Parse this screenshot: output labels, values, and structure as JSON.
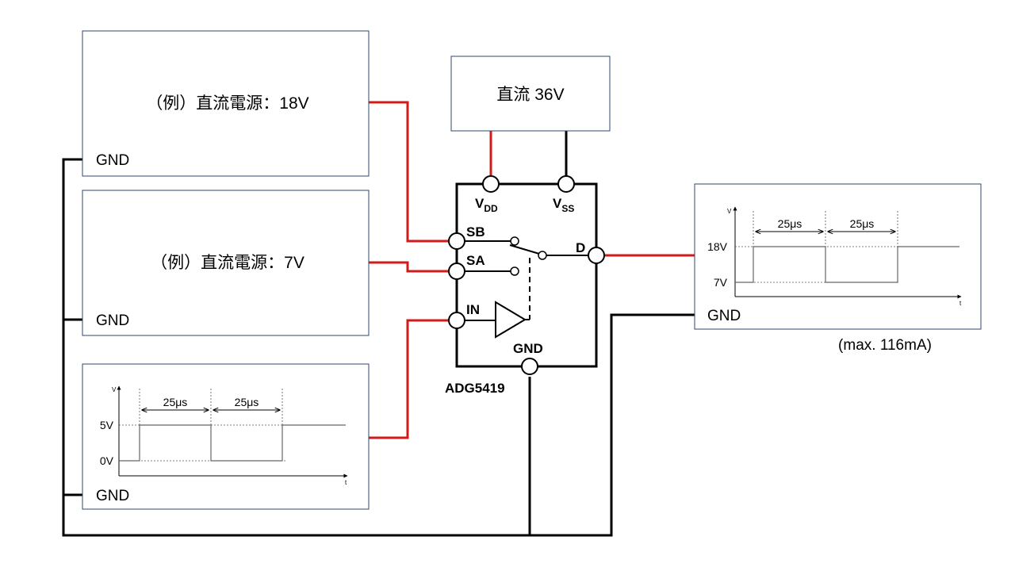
{
  "supplies": {
    "supply_18v_label": "（例）直流電源：18V",
    "supply_7v_label": "（例）直流電源：7V",
    "supply_36v_label": "直流 36V",
    "gnd_label": "GND"
  },
  "chip": {
    "name": "ADG5419",
    "vdd_main": "V",
    "vdd_sub": "DD",
    "vss_main": "V",
    "vss_sub": "SS",
    "sb": "SB",
    "sa": "SA",
    "d": "D",
    "in": "IN",
    "gnd": "GND"
  },
  "input_waveform": {
    "y_axis": "V",
    "x_axis": "t",
    "high_label": "5V",
    "low_label": "0V",
    "interval1": "25μs",
    "interval2": "25μs"
  },
  "output_waveform": {
    "y_axis": "V",
    "x_axis": "t",
    "high_label": "18V",
    "low_label": "7V",
    "interval1": "25μs",
    "interval2": "25μs",
    "gnd_label": "GND",
    "current_note": "(max. 116mA)"
  },
  "colors": {
    "signal_wire": "#d11a1a",
    "ground_wire": "#000000",
    "box_border": "#2e4a6b"
  }
}
